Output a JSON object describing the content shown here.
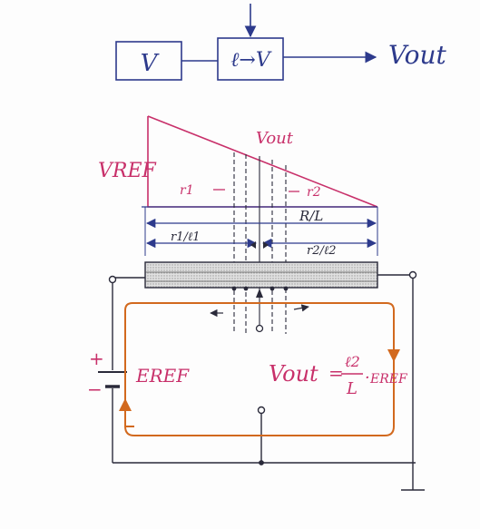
{
  "block_diagram": {
    "block_v": "V",
    "block_converter": "ℓ→V",
    "output_label": "Vout"
  },
  "potentiometer": {
    "vref_label": "VREF",
    "vout_label": "Vout",
    "r1_label": "r1",
    "r2_label": "r2",
    "rl_label": "R/L",
    "r1l1_label": "r1/ℓ1",
    "r2l2_label": "r2/ℓ2"
  },
  "circuit": {
    "plus_sign": "+",
    "minus_sign": "−",
    "eref_label": "EREF",
    "formula": {
      "lhs": "Vout",
      "equals": "=",
      "numerator": "ℓ2",
      "denominator": "L",
      "dot": "·",
      "rhs": "EREF"
    }
  },
  "colors": {
    "ink_blue": "#2d3a8c",
    "ink_pink": "#c8306a",
    "ink_orange": "#d2691e",
    "ink_dark": "#2a2a3a",
    "resistor_fill": "#d8d8d8"
  }
}
